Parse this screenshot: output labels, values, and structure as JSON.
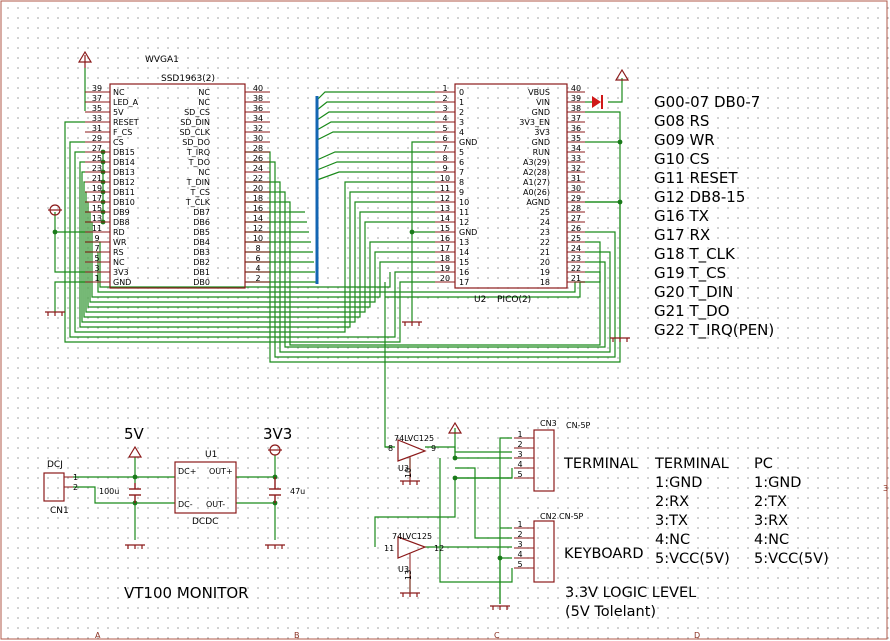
{
  "sheet": {
    "title": "VT100 MONITOR",
    "logic_note_1": "3.3V LOGIC LEVEL",
    "logic_note_2": "(5V Tolelant)",
    "border_letters": [
      "A",
      "B",
      "C",
      "D"
    ],
    "border_number": "3"
  },
  "lcd": {
    "ref": "WVGA1",
    "part": "SSD1963(2)",
    "left_pins": [
      {
        "num": "39",
        "name": "NC"
      },
      {
        "num": "37",
        "name": "LED_A"
      },
      {
        "num": "35",
        "name": "5V"
      },
      {
        "num": "33",
        "name": "RESET"
      },
      {
        "num": "31",
        "name": "F_CS"
      },
      {
        "num": "29",
        "name": "CS"
      },
      {
        "num": "27",
        "name": "DB15"
      },
      {
        "num": "25",
        "name": "DB14"
      },
      {
        "num": "23",
        "name": "DB13"
      },
      {
        "num": "21",
        "name": "DB12"
      },
      {
        "num": "19",
        "name": "DB11"
      },
      {
        "num": "17",
        "name": "DB10"
      },
      {
        "num": "15",
        "name": "DB9"
      },
      {
        "num": "13",
        "name": "DB8"
      },
      {
        "num": "11",
        "name": "RD"
      },
      {
        "num": "9",
        "name": "WR"
      },
      {
        "num": "7",
        "name": "RS"
      },
      {
        "num": "5",
        "name": "NC"
      },
      {
        "num": "3",
        "name": "3V3"
      },
      {
        "num": "1",
        "name": "GND"
      }
    ],
    "right_pins": [
      {
        "num": "40",
        "name": "NC"
      },
      {
        "num": "38",
        "name": "NC"
      },
      {
        "num": "36",
        "name": "SD_CS"
      },
      {
        "num": "34",
        "name": "SD_DIN"
      },
      {
        "num": "32",
        "name": "SD_CLK"
      },
      {
        "num": "30",
        "name": "SD_DO"
      },
      {
        "num": "28",
        "name": "T_IRQ"
      },
      {
        "num": "26",
        "name": "T_DO"
      },
      {
        "num": "24",
        "name": "NC"
      },
      {
        "num": "22",
        "name": "T_DIN"
      },
      {
        "num": "20",
        "name": "T_CS"
      },
      {
        "num": "18",
        "name": "T_CLK"
      },
      {
        "num": "16",
        "name": "DB7"
      },
      {
        "num": "14",
        "name": "DB6"
      },
      {
        "num": "12",
        "name": "DB5"
      },
      {
        "num": "10",
        "name": "DB4"
      },
      {
        "num": "8",
        "name": "DB3"
      },
      {
        "num": "6",
        "name": "DB2"
      },
      {
        "num": "4",
        "name": "DB1"
      },
      {
        "num": "2",
        "name": "DB0"
      }
    ]
  },
  "pico": {
    "ref": "U2",
    "part": "PICO(2)",
    "left_pins": [
      {
        "num": "1",
        "name": "0"
      },
      {
        "num": "2",
        "name": "1"
      },
      {
        "num": "3",
        "name": "2"
      },
      {
        "num": "4",
        "name": "3"
      },
      {
        "num": "5",
        "name": "4"
      },
      {
        "num": "6",
        "name": "GND"
      },
      {
        "num": "7",
        "name": "5"
      },
      {
        "num": "8",
        "name": "6"
      },
      {
        "num": "9",
        "name": "7"
      },
      {
        "num": "10",
        "name": "8"
      },
      {
        "num": "11",
        "name": "9"
      },
      {
        "num": "12",
        "name": "10"
      },
      {
        "num": "13",
        "name": "11"
      },
      {
        "num": "14",
        "name": "12"
      },
      {
        "num": "15",
        "name": "GND"
      },
      {
        "num": "16",
        "name": "13"
      },
      {
        "num": "17",
        "name": "14"
      },
      {
        "num": "18",
        "name": "15"
      },
      {
        "num": "19",
        "name": "16"
      },
      {
        "num": "20",
        "name": "17"
      }
    ],
    "right_pins": [
      {
        "num": "40",
        "name": "VBUS"
      },
      {
        "num": "39",
        "name": "VIN"
      },
      {
        "num": "38",
        "name": "GND"
      },
      {
        "num": "37",
        "name": "3V3_EN"
      },
      {
        "num": "36",
        "name": "3V3"
      },
      {
        "num": "35",
        "name": "GND"
      },
      {
        "num": "34",
        "name": "RUN"
      },
      {
        "num": "33",
        "name": "A3(29)"
      },
      {
        "num": "32",
        "name": "A2(28)"
      },
      {
        "num": "31",
        "name": "A1(27)"
      },
      {
        "num": "30",
        "name": "A0(26)"
      },
      {
        "num": "29",
        "name": "AGND"
      },
      {
        "num": "28",
        "name": "25"
      },
      {
        "num": "27",
        "name": "24"
      },
      {
        "num": "26",
        "name": "23"
      },
      {
        "num": "25",
        "name": "22"
      },
      {
        "num": "24",
        "name": "21"
      },
      {
        "num": "23",
        "name": "20"
      },
      {
        "num": "22",
        "name": "19"
      },
      {
        "num": "21",
        "name": "18"
      }
    ]
  },
  "gpio_notes": [
    "G00-07 DB0-7",
    "G08 RS",
    "G09 WR",
    "G10 CS",
    "G11 RESET",
    "G12 DB8-15",
    "G16 TX",
    "G17 RX",
    "G18 T_CLK",
    "G19 T_CS",
    "G20 T_DIN",
    "G21 T_DO",
    "G22 T_IRQ(PEN)"
  ],
  "power": {
    "label_5v": "5V",
    "label_3v3": "3V3",
    "dcj_ref": "DCJ",
    "dcj_name": "CN1",
    "dcj_pins": [
      "1",
      "2"
    ],
    "cap1": "100u",
    "cap2": "47u",
    "dcdc_ref": "U1",
    "dcdc_name": "DCDC",
    "dcdc_in_plus": "DC+",
    "dcdc_out_plus": "OUT+",
    "dcdc_in_minus": "DC-",
    "dcdc_out_minus": "OUT-"
  },
  "buffers": {
    "part": "74LVC125",
    "ref": "U3",
    "top_pins": [
      "8",
      "9",
      "10"
    ],
    "bot_pins": [
      "11",
      "12",
      "13"
    ]
  },
  "terminal": {
    "ref": "CN3",
    "part": "CN-5P",
    "label": "TERMINAL",
    "pins": [
      "1",
      "2",
      "3",
      "4",
      "5"
    ]
  },
  "keyboard": {
    "ref": "CN2",
    "part": "CN-5P",
    "label": "KEYBOARD",
    "pins": [
      "1",
      "2",
      "3",
      "4",
      "5"
    ]
  },
  "pin_table": {
    "col1_header": "TERMINAL",
    "col2_header": "PC",
    "col1": [
      "1:GND",
      "2:RX",
      "3:TX",
      "4:NC",
      "5:VCC(5V)"
    ],
    "col2": [
      "1:GND",
      "2:TX",
      "3:RX",
      "4:NC",
      "5:VCC(5V)"
    ]
  },
  "colors": {
    "wire": "#1a8a1a",
    "body": "#8b1a1a",
    "bus": "#1466b3",
    "diode": "#d01818",
    "junction": "#1a7a1a"
  }
}
